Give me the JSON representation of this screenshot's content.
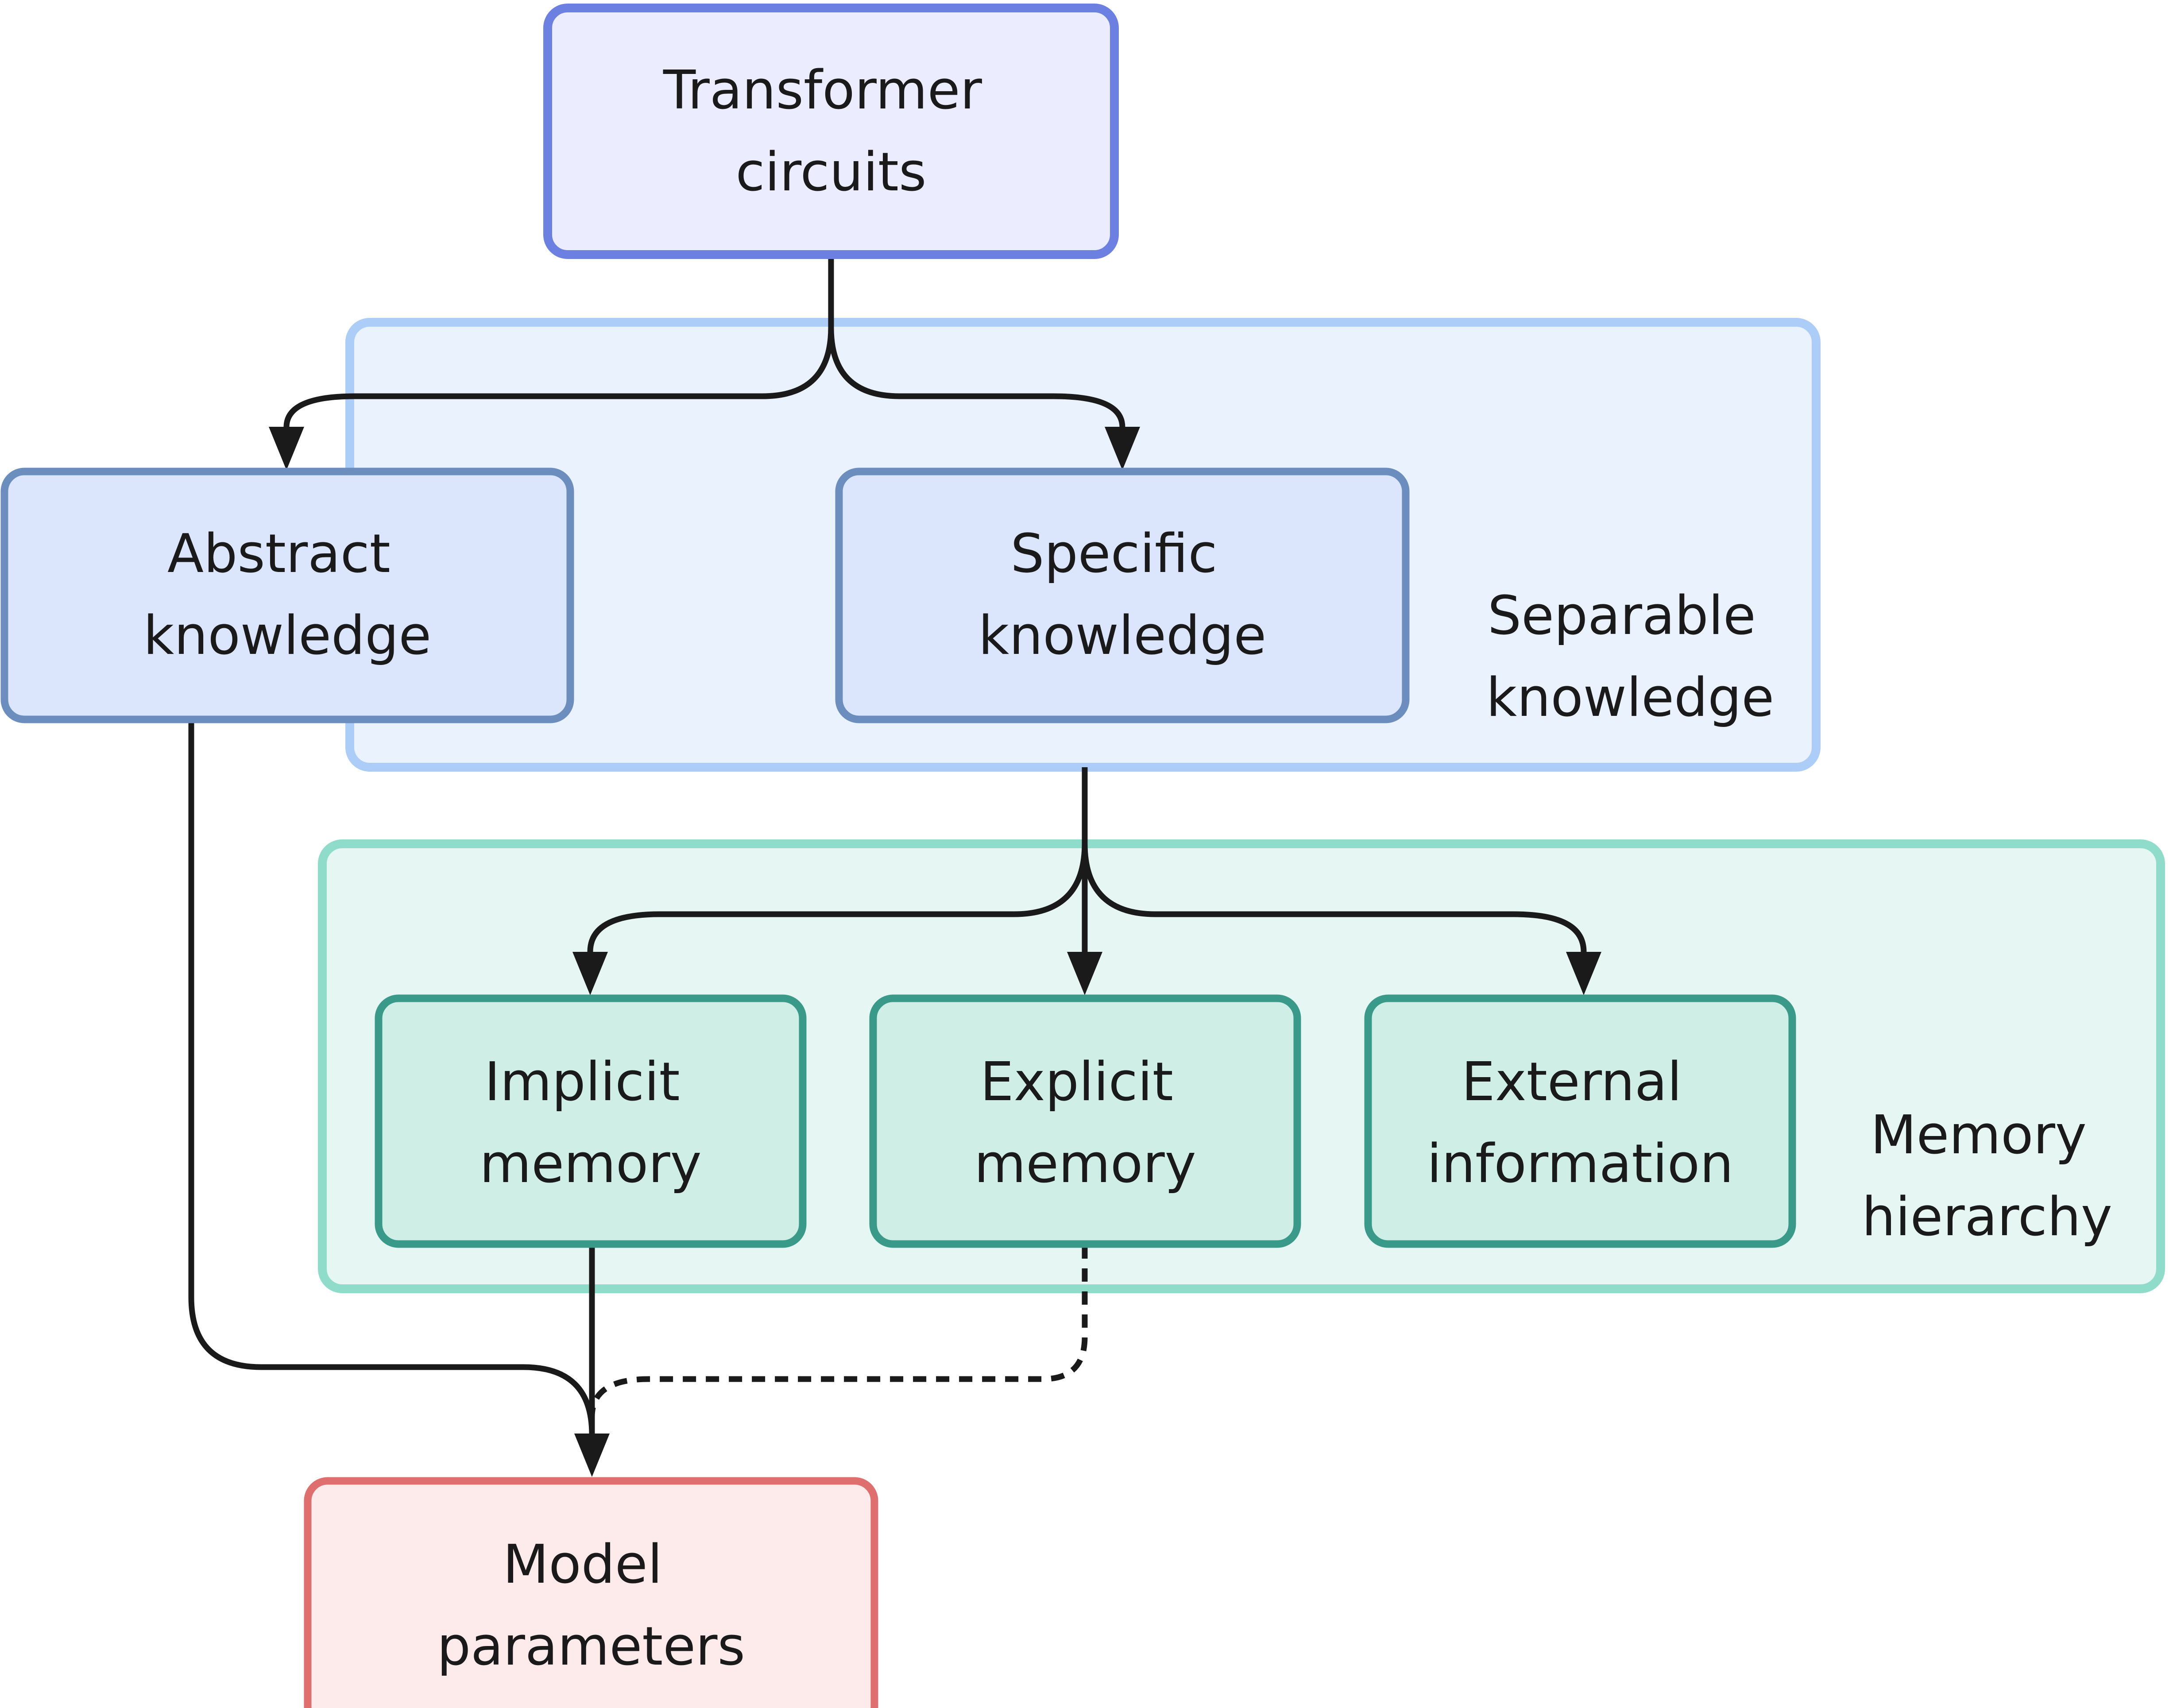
{
  "colors": {
    "top_node_fill": "#ebecfd",
    "top_node_stroke": "#6b80e0",
    "knowledge_node_fill": "#dbe6fc",
    "knowledge_node_stroke": "#6c8ebf",
    "separable_group_fill": "#eaf2fd",
    "separable_group_stroke": "#abcdf8",
    "memory_node_fill": "#cfeee6",
    "memory_node_stroke": "#3a9a8a",
    "memory_group_fill": "#e6f6f2",
    "memory_group_stroke": "#8fdccb",
    "params_node_fill": "#fdeaea",
    "params_node_stroke": "#df6f6f",
    "arrow": "#1a1a1a"
  },
  "nodes": {
    "transformer_circuits": [
      "Transformer",
      "circuits"
    ],
    "abstract_knowledge": [
      "Abstract",
      "knowledge"
    ],
    "specific_knowledge": [
      "Specific",
      "knowledge"
    ],
    "implicit_memory": [
      "Implicit",
      "memory"
    ],
    "explicit_memory": [
      "Explicit",
      "memory"
    ],
    "external_information": [
      "External",
      "information"
    ],
    "model_parameters": [
      "Model",
      "parameters"
    ]
  },
  "groups": {
    "separable_knowledge": [
      "Separable",
      "knowledge"
    ],
    "memory_hierarchy": [
      "Memory",
      "hierarchy"
    ]
  }
}
